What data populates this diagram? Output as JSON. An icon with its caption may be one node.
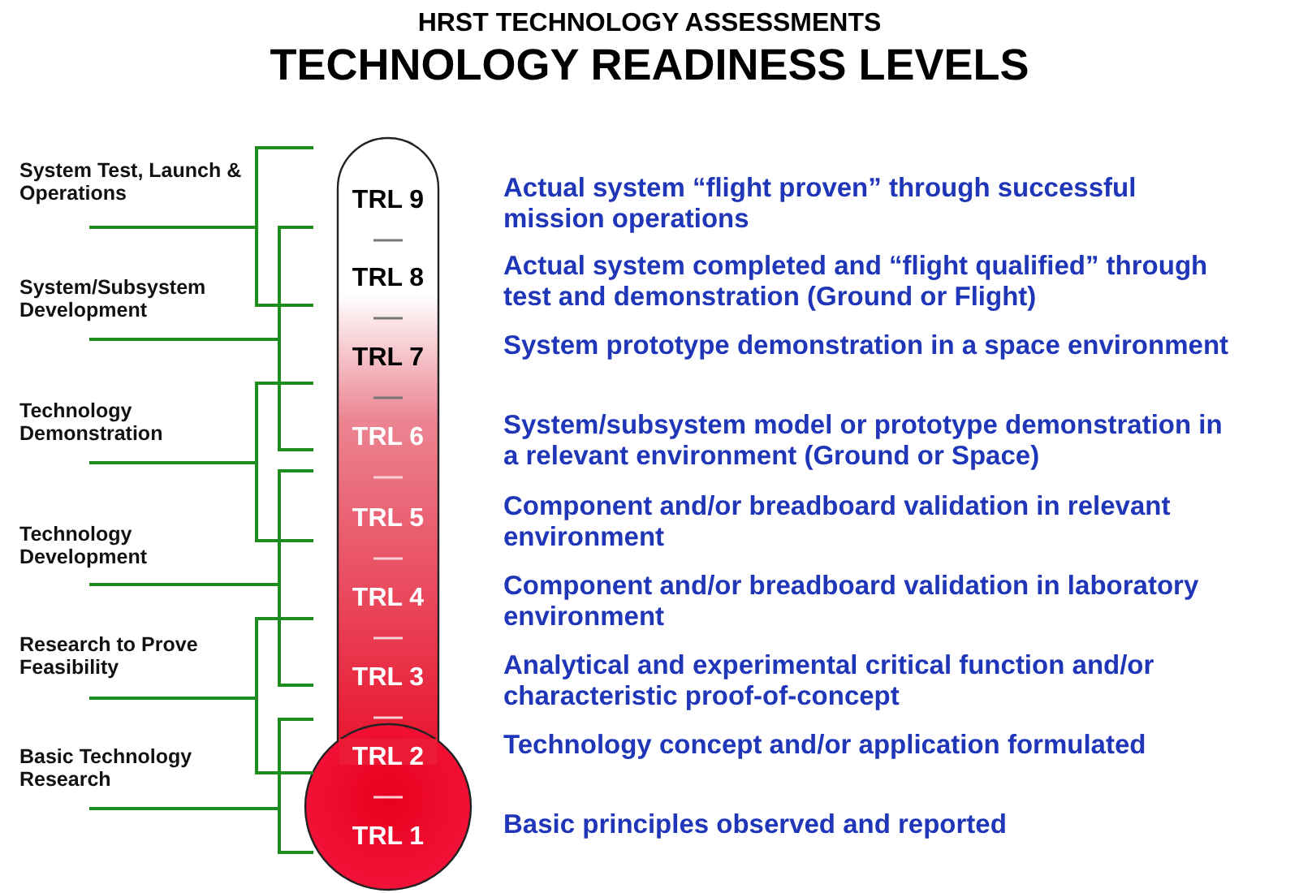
{
  "diagram": {
    "title": "HRST TECHNOLOGY ASSESSMENTS TECHNOLOGY READINESS LEVELS",
    "nodes": [
      {
        "text": [
          "TRL 9"
        ],
        "beside": [
          "Actual system “flight proven” through successful mission operations"
        ]
      },
      {
        "text": [
          "TRL 8"
        ],
        "beside": [
          "Actual system completed and “flight qualified” through test and demonstration (Ground or Flight)"
        ]
      },
      {
        "text": [
          "TRL 7"
        ],
        "beside": [
          "System prototype demonstration in a space environment"
        ]
      },
      {
        "text": [
          "TRL 6"
        ],
        "beside": [
          "System/subsystem model or prototype demonstration in a relevant environment (Ground or Space)"
        ]
      },
      {
        "text": [
          "TRL 5"
        ],
        "beside": [
          "Component and/or breadboard validation in relevant environment"
        ]
      },
      {
        "text": [
          "TRL 4"
        ],
        "beside": [
          "Component and/or breadboard validation in laboratory environment"
        ]
      },
      {
        "text": [
          "TRL 3"
        ],
        "beside": [
          "Analytical and experimental critical function and/or characteristic proof-of-concept"
        ]
      },
      {
        "text": [
          "TRL 2"
        ],
        "beside": [
          "Technology concept and/or application formulated"
        ]
      },
      {
        "text": [
          "TRL 1"
        ],
        "beside": [
          "Basic principles observed and reported"
        ]
      }
    ],
    "edges": [],
    "labels": [
      "System Test, Launch & Operations",
      "System/Subsystem Development",
      "Technology Demonstration",
      "Technology Development",
      "Research to Prove Feasibility",
      "Basic Technology Research"
    ]
  }
}
